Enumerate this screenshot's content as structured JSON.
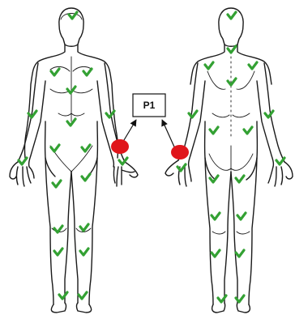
{
  "diagram": {
    "callout_label": "P1",
    "figures": [
      "front",
      "back"
    ]
  },
  "colors": {
    "check": "#33a133",
    "pain_point": "#e0151b",
    "outline": "#1a1a1a"
  },
  "markers": {
    "check_count": 40,
    "pain_point_count": 2
  }
}
